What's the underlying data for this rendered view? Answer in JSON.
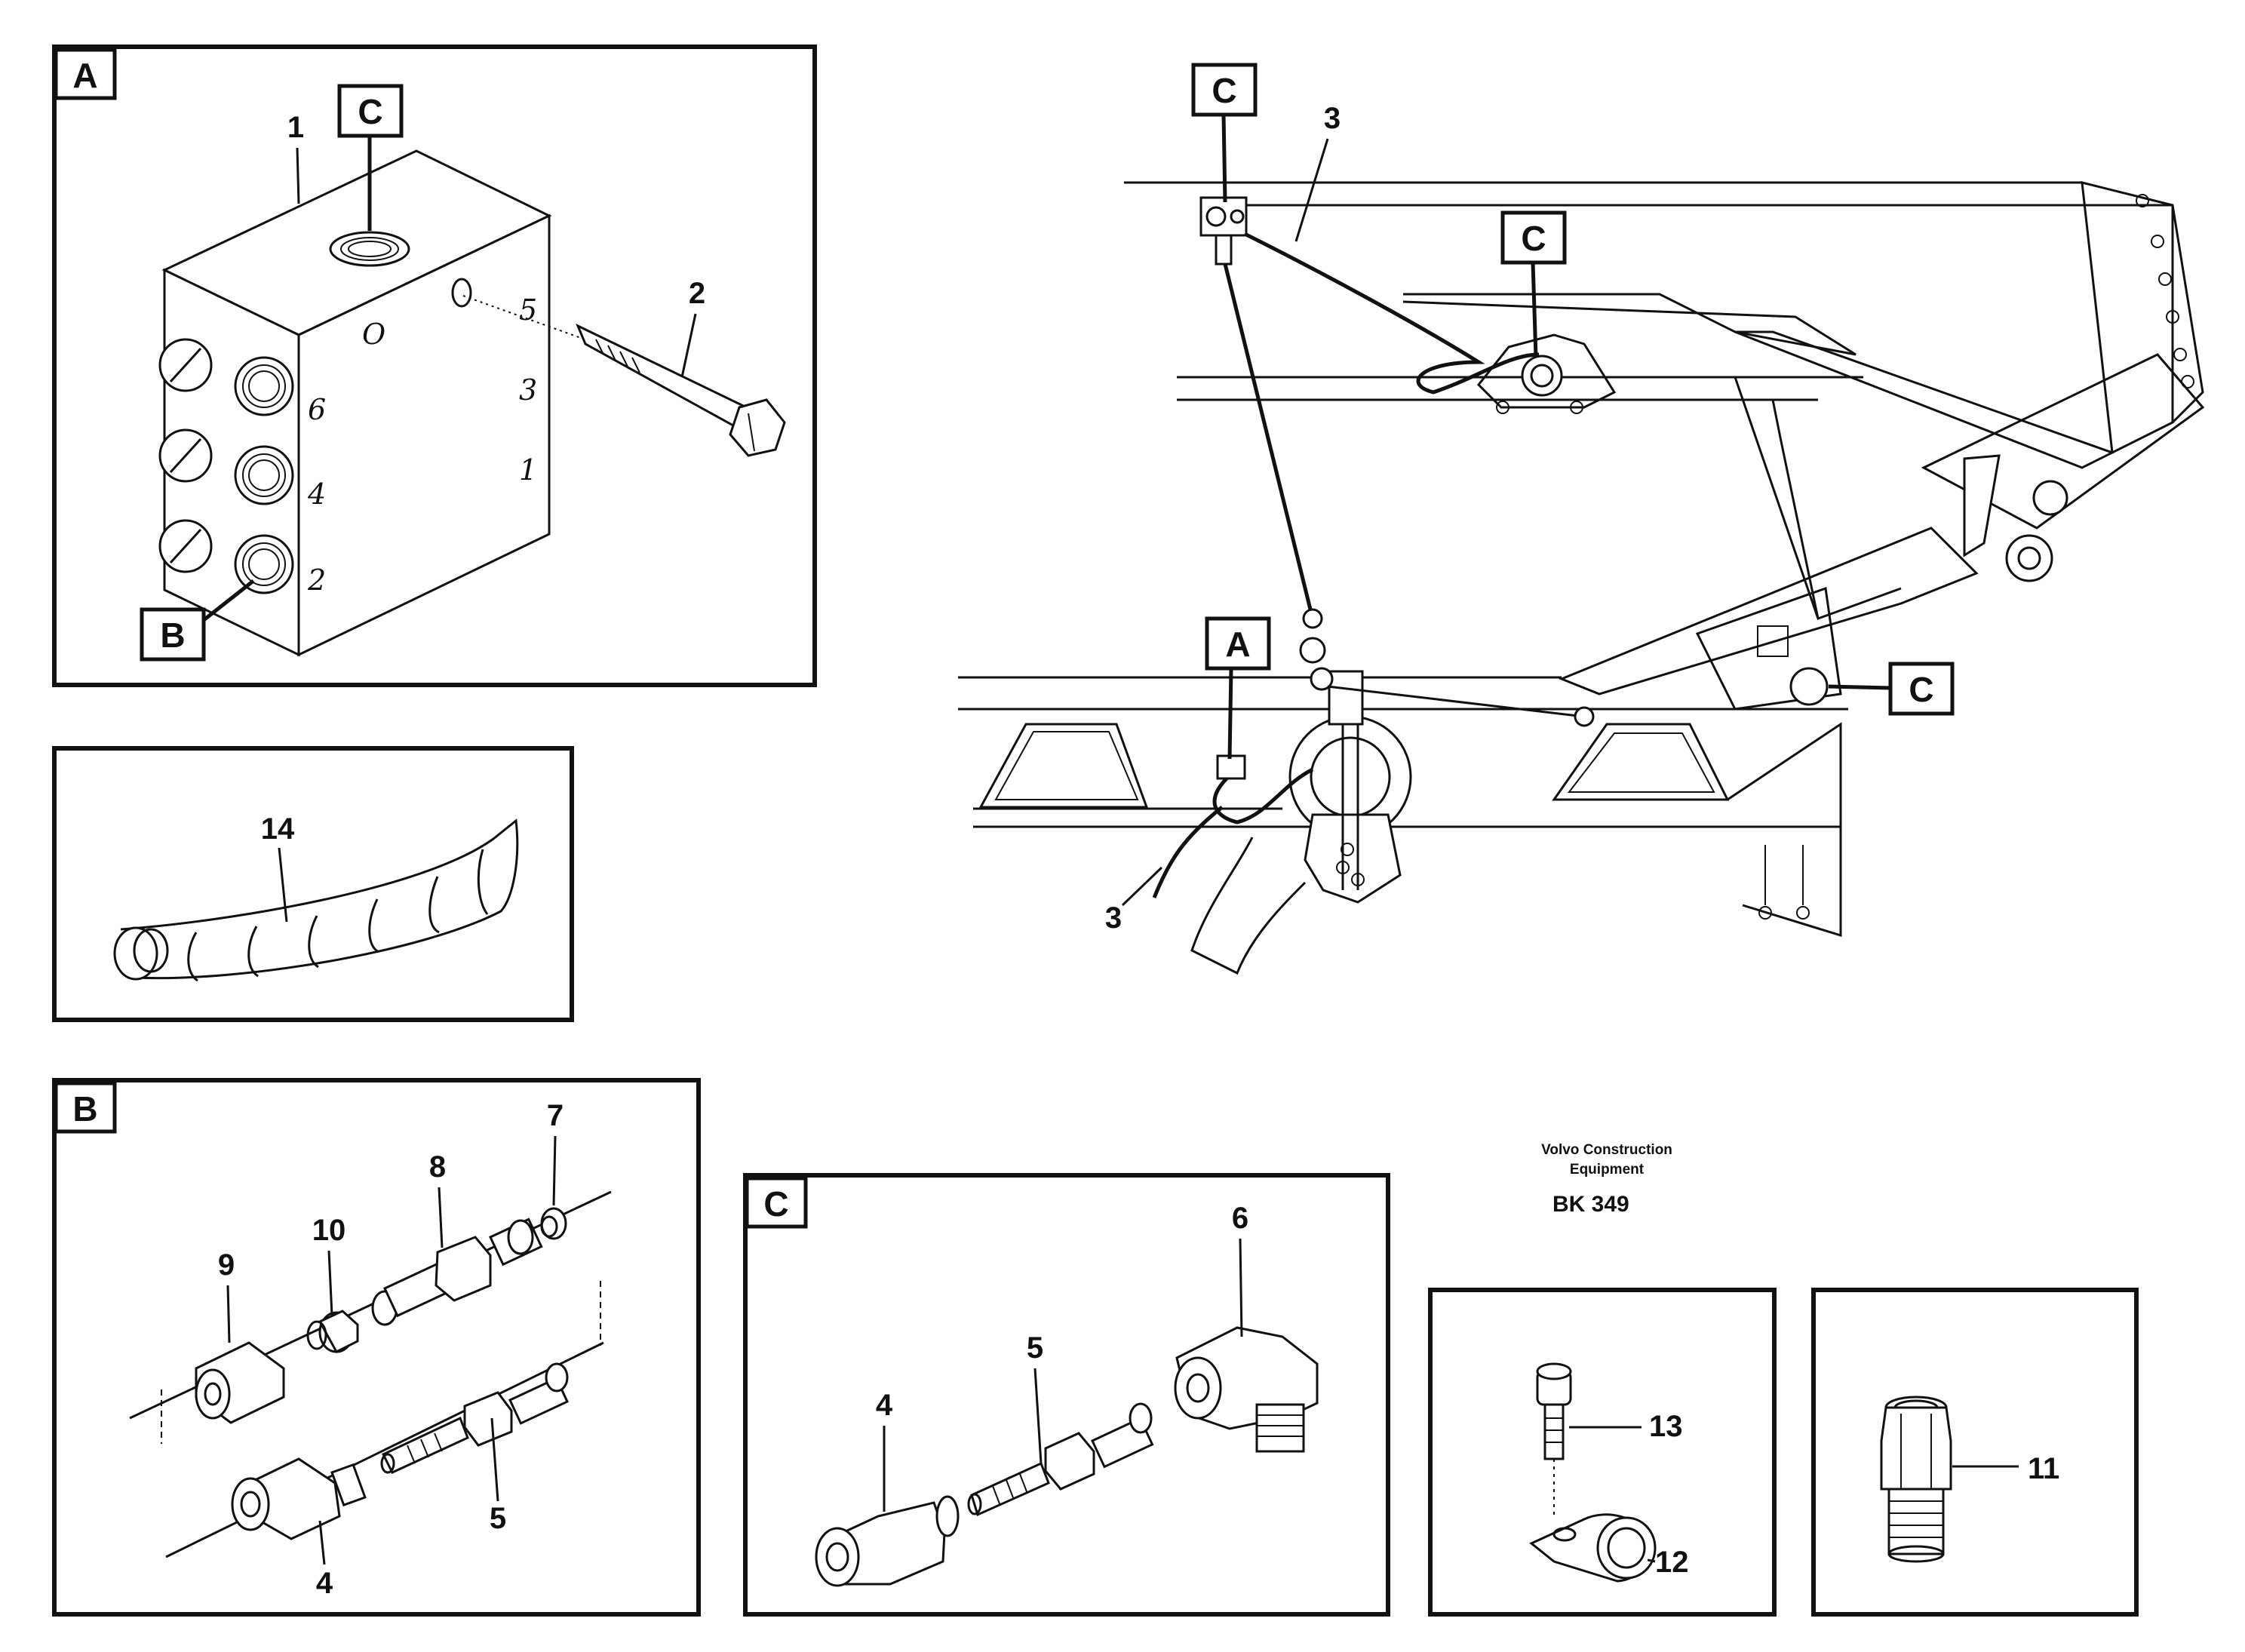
{
  "panels": {
    "a": "A",
    "b": "B",
    "c": "C"
  },
  "tags": {
    "c": "C",
    "b": "B",
    "a": "A"
  },
  "callouts": {
    "n1": "1",
    "n2": "2",
    "n3": "3",
    "n4": "4",
    "n5": "5",
    "n6": "6",
    "n7": "7",
    "n8": "8",
    "n9": "9",
    "n10": "10",
    "n11": "11",
    "n12": "12",
    "n13": "13",
    "n14": "14"
  },
  "block_ports": {
    "p6": "6",
    "p4": "4",
    "p2": "2",
    "p5": "5",
    "p3": "3",
    "p1": "1",
    "top_o": "O"
  },
  "publisher": {
    "line1": "Volvo Construction",
    "line2": "Equipment",
    "code": "BK 349"
  }
}
